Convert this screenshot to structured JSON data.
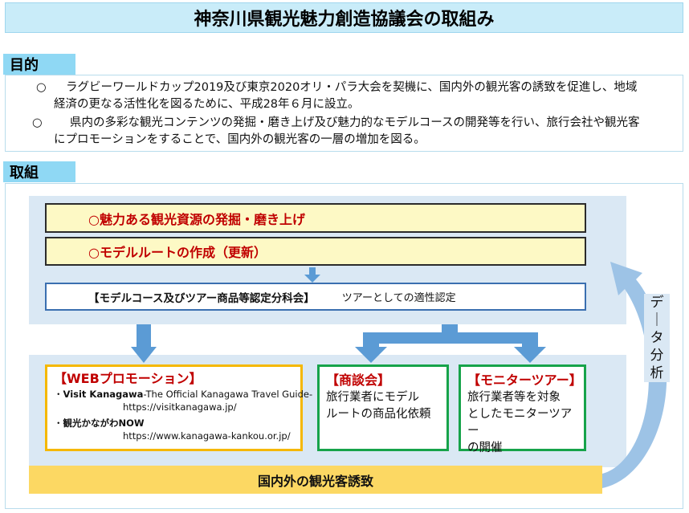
{
  "title": "神奈川県観光魅力創造協議会の取組み",
  "purpose": {
    "label": "目的",
    "items": [
      {
        "bullet": "○",
        "line1": "ラグビーワールドカップ2019及び東京2020オリ・パラ大会を契機に、国内外の観光客の誘致を促進し、地域",
        "line2": "経済の更なる活性化を図るために、平成28年６月に設立。"
      },
      {
        "bullet": "○",
        "line1": "県内の多彩な観光コンテンツの発掘・磨き上げ及び魅力的なモデルコースの開発等を行い、旅行会社や観光客",
        "line2": "にプロモーションをすることで、国内外の観光客の一層の増加を図る。"
      }
    ]
  },
  "work": {
    "label": "取組",
    "activity_1": "○魅力ある観光資源の発掘・磨き上げ",
    "activity_2": "○モデルルートの作成（更新）",
    "committee_title": "【モデルコース及びツアー商品等認定分科会】",
    "committee_note": "ツアーとしての適性認定",
    "web": {
      "title": "【WEBプロモーション】",
      "item1_bullet": "・",
      "item1_name": "Visit Kanagawa",
      "item1_desc": "-The Official Kanagawa Travel Guide-",
      "item1_url": "https://visitkanagawa.jp/",
      "item2_bullet": "・",
      "item2_name": "観光かながわNOW",
      "item2_url": "https://www.kanagawa-kankou.or.jp/"
    },
    "business": {
      "title": "【商談会】",
      "line1": "旅行業者にモデル",
      "line2": "ルートの商品化依頼"
    },
    "tour": {
      "title": "【モニターツアー】",
      "line1": "旅行業者等を対象",
      "line2": "としたモニターツアー",
      "line3": "の開催"
    },
    "data_analysis": [
      "デ",
      "｜",
      "タ",
      "分",
      "析"
    ],
    "result": "国内外の観光客誘致"
  },
  "colors": {
    "title_bg": "#c9ecf9",
    "label_bg": "#8fd8f4",
    "panel_bg": "#dae8f4",
    "activity_bg": "#fdf9c5",
    "accent_red": "#c00000",
    "arrow_blue": "#5b9bd5",
    "web_border": "#f5b800",
    "green_border": "#16a34a",
    "result_bg": "#fcd863"
  }
}
